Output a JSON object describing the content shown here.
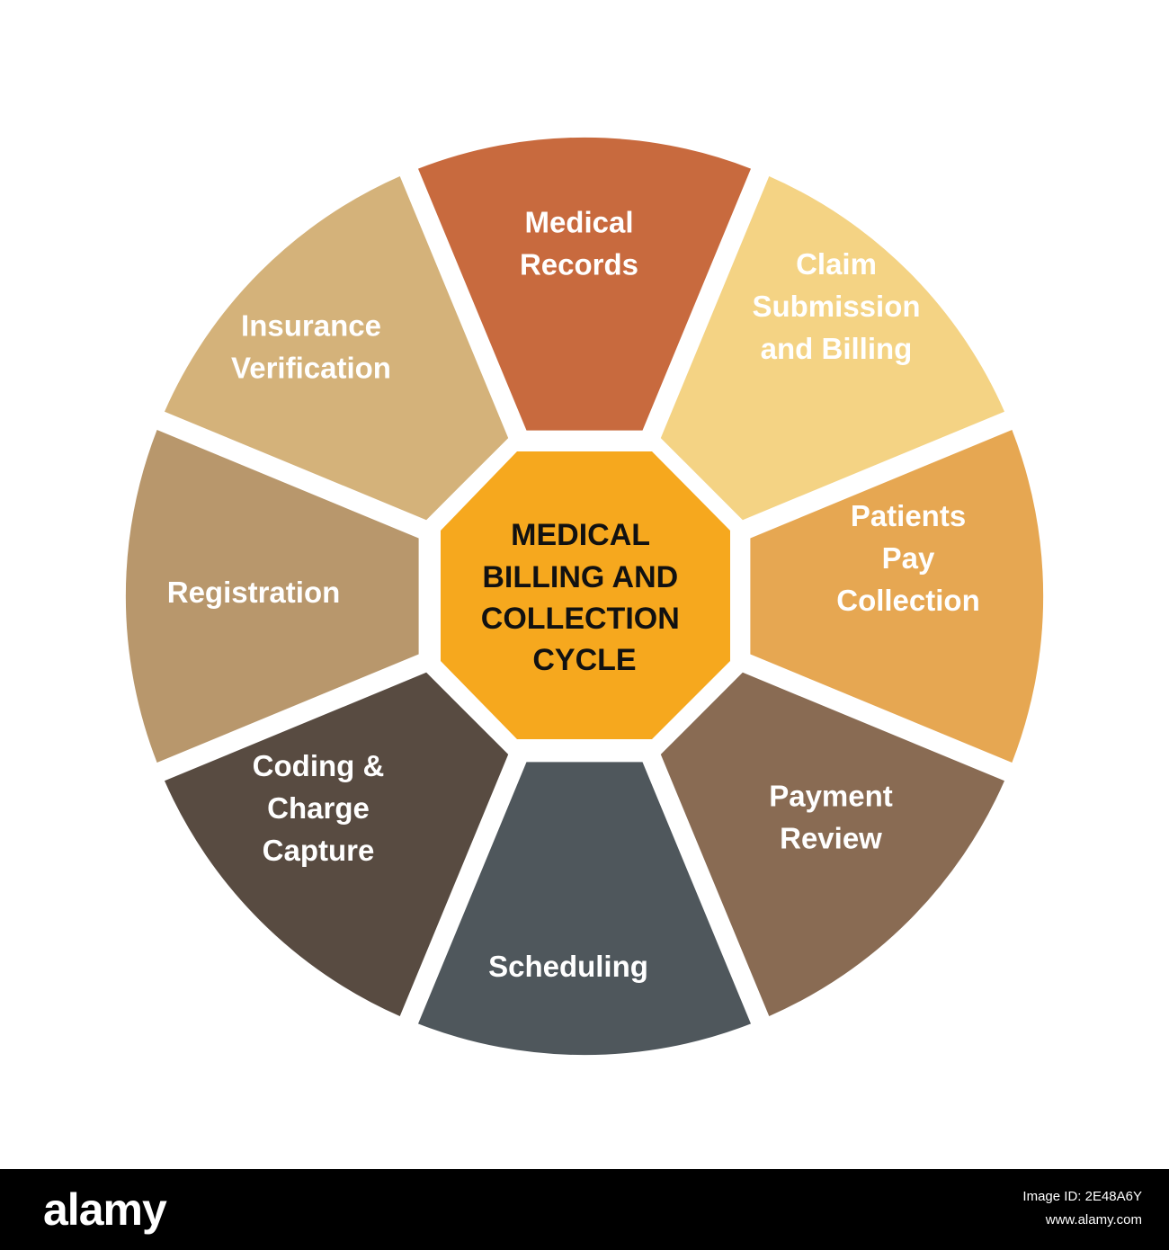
{
  "center": {
    "lines": [
      "MEDICAL",
      "BILLING AND",
      "COLLECTION",
      "CYCLE"
    ],
    "color": "#F6A81E"
  },
  "segments": [
    {
      "id": "medical-records",
      "lines": [
        "Medical",
        "Records"
      ],
      "color": "#C86A3E"
    },
    {
      "id": "claim-submission",
      "lines": [
        "Claim",
        "Submission",
        "and Billing"
      ],
      "color": "#F4D384"
    },
    {
      "id": "patients-pay",
      "lines": [
        "Patients",
        "Pay",
        "Collection"
      ],
      "color": "#E6A752"
    },
    {
      "id": "payment-review",
      "lines": [
        "Payment",
        "Review"
      ],
      "color": "#896B53"
    },
    {
      "id": "scheduling",
      "lines": [
        "Scheduling"
      ],
      "color": "#4F575C"
    },
    {
      "id": "coding-charge",
      "lines": [
        "Coding &",
        "Charge",
        "Capture"
      ],
      "color": "#584B41"
    },
    {
      "id": "registration",
      "lines": [
        "Registration"
      ],
      "color": "#B8976C"
    },
    {
      "id": "insurance-verification",
      "lines": [
        "Insurance",
        "Verification"
      ],
      "color": "#D4B27A"
    }
  ],
  "footer": {
    "logo": "alamy",
    "image_id": "Image ID: 2E48A6Y",
    "site": "www.alamy.com"
  }
}
